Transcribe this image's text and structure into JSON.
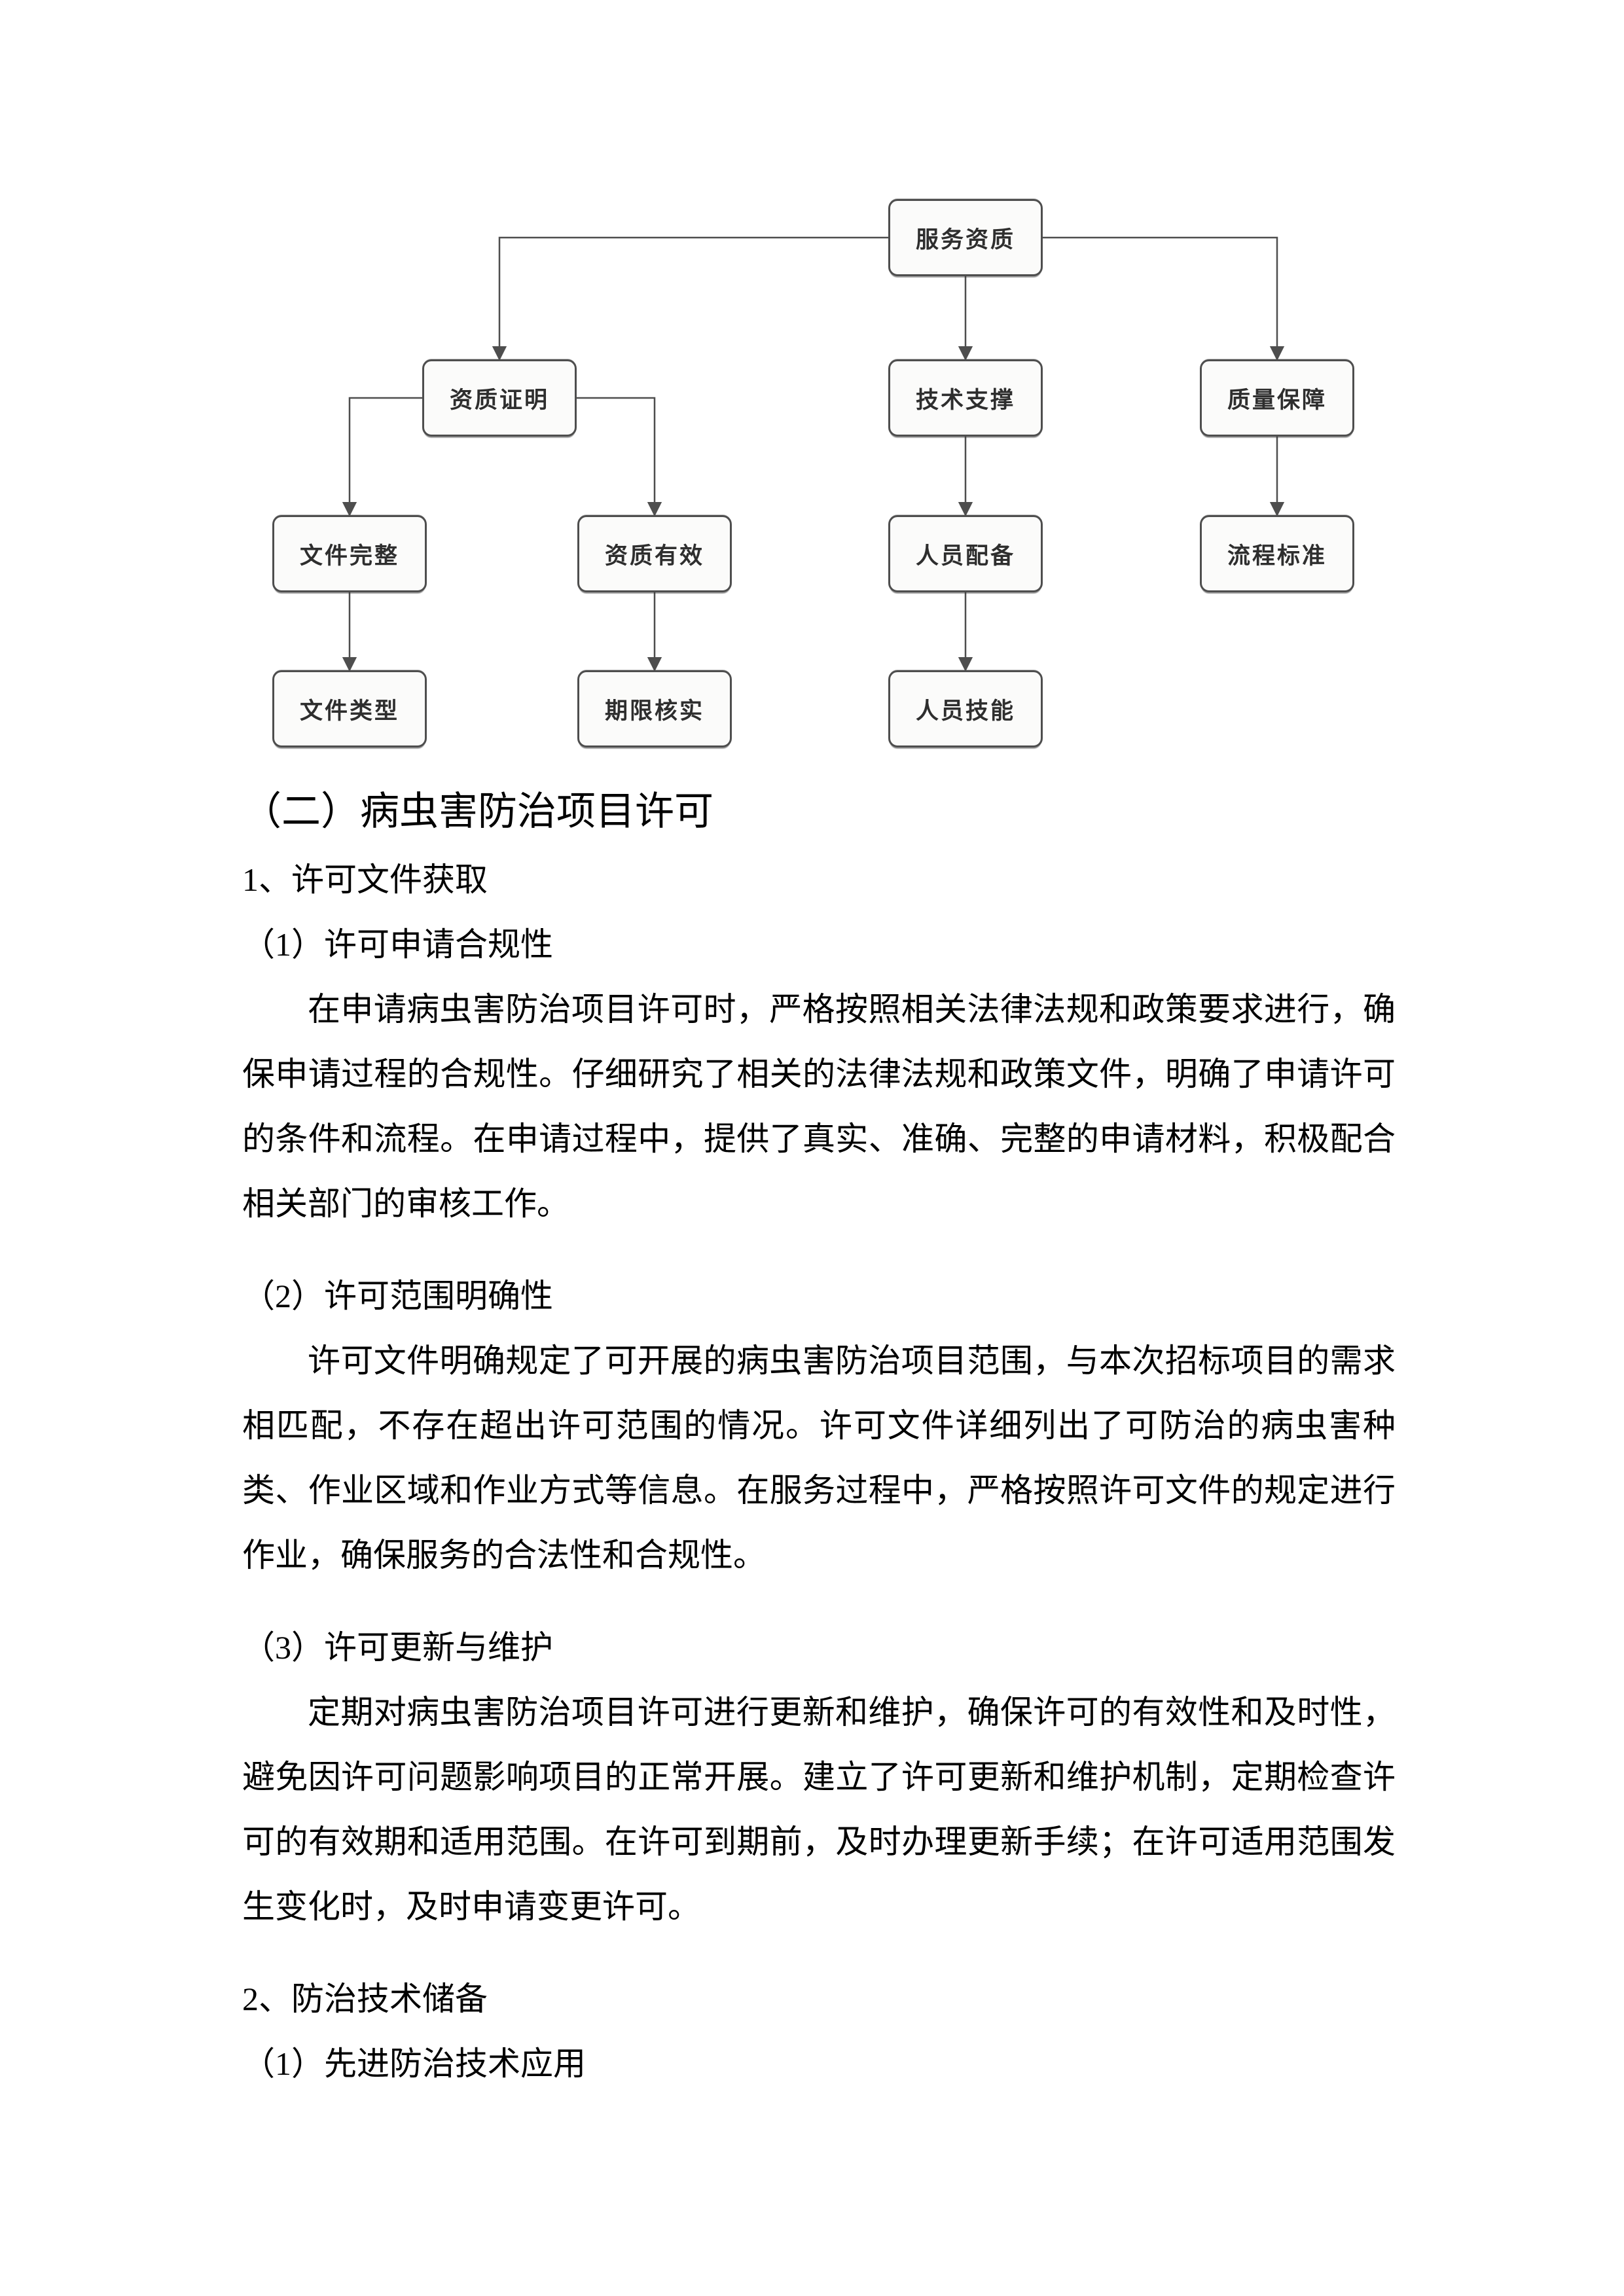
{
  "diagram": {
    "colors": {
      "border": "#4e4e4e",
      "fill": "#fbfbfa",
      "line": "#4e4e4e",
      "text": "#2e2e2e"
    },
    "nodes": [
      {
        "id": "service-qualification",
        "label": "服务资质"
      },
      {
        "id": "qualification-proof",
        "label": "资质证明"
      },
      {
        "id": "technical-support",
        "label": "技术支撑"
      },
      {
        "id": "quality-assurance",
        "label": "质量保障"
      },
      {
        "id": "document-complete",
        "label": "文件完整"
      },
      {
        "id": "qualification-valid",
        "label": "资质有效"
      },
      {
        "id": "personnel-staffing",
        "label": "人员配备"
      },
      {
        "id": "process-standard",
        "label": "流程标准"
      },
      {
        "id": "document-type",
        "label": "文件类型"
      },
      {
        "id": "term-verification",
        "label": "期限核实"
      },
      {
        "id": "personnel-skill",
        "label": "人员技能"
      }
    ]
  },
  "document": {
    "blocks": [
      {
        "type": "h2",
        "text": "（二）病虫害防治项目许可"
      },
      {
        "type": "h3",
        "text": "1、许可文件获取"
      },
      {
        "type": "h4",
        "text": "（1）许可申请合规性"
      },
      {
        "type": "p",
        "text": "在申请病虫害防治项目许可时，严格按照相关法律法规和政策要求进行，确保申请过程的合规性。仔细研究了相关的法律法规和政策文件，明确了申请许可的条件和流程。在申请过程中，提供了真实、准确、完整的申请材料，积极配合相关部门的审核工作。"
      },
      {
        "type": "h4",
        "text": "（2）许可范围明确性"
      },
      {
        "type": "p",
        "text": "许可文件明确规定了可开展的病虫害防治项目范围，与本次招标项目的需求相匹配，不存在超出许可范围的情况。许可文件详细列出了可防治的病虫害种类、作业区域和作业方式等信息。在服务过程中，严格按照许可文件的规定进行作业，确保服务的合法性和合规性。"
      },
      {
        "type": "h4",
        "text": "（3）许可更新与维护"
      },
      {
        "type": "p",
        "text": "定期对病虫害防治项目许可进行更新和维护，确保许可的有效性和及时性，避免因许可问题影响项目的正常开展。建立了许可更新和维护机制，定期检查许可的有效期和适用范围。在许可到期前，及时办理更新手续；在许可适用范围发生变化时，及时申请变更许可。"
      },
      {
        "type": "h3",
        "text": "2、防治技术储备"
      },
      {
        "type": "h4",
        "text": "（1）先进防治技术应用"
      }
    ]
  }
}
